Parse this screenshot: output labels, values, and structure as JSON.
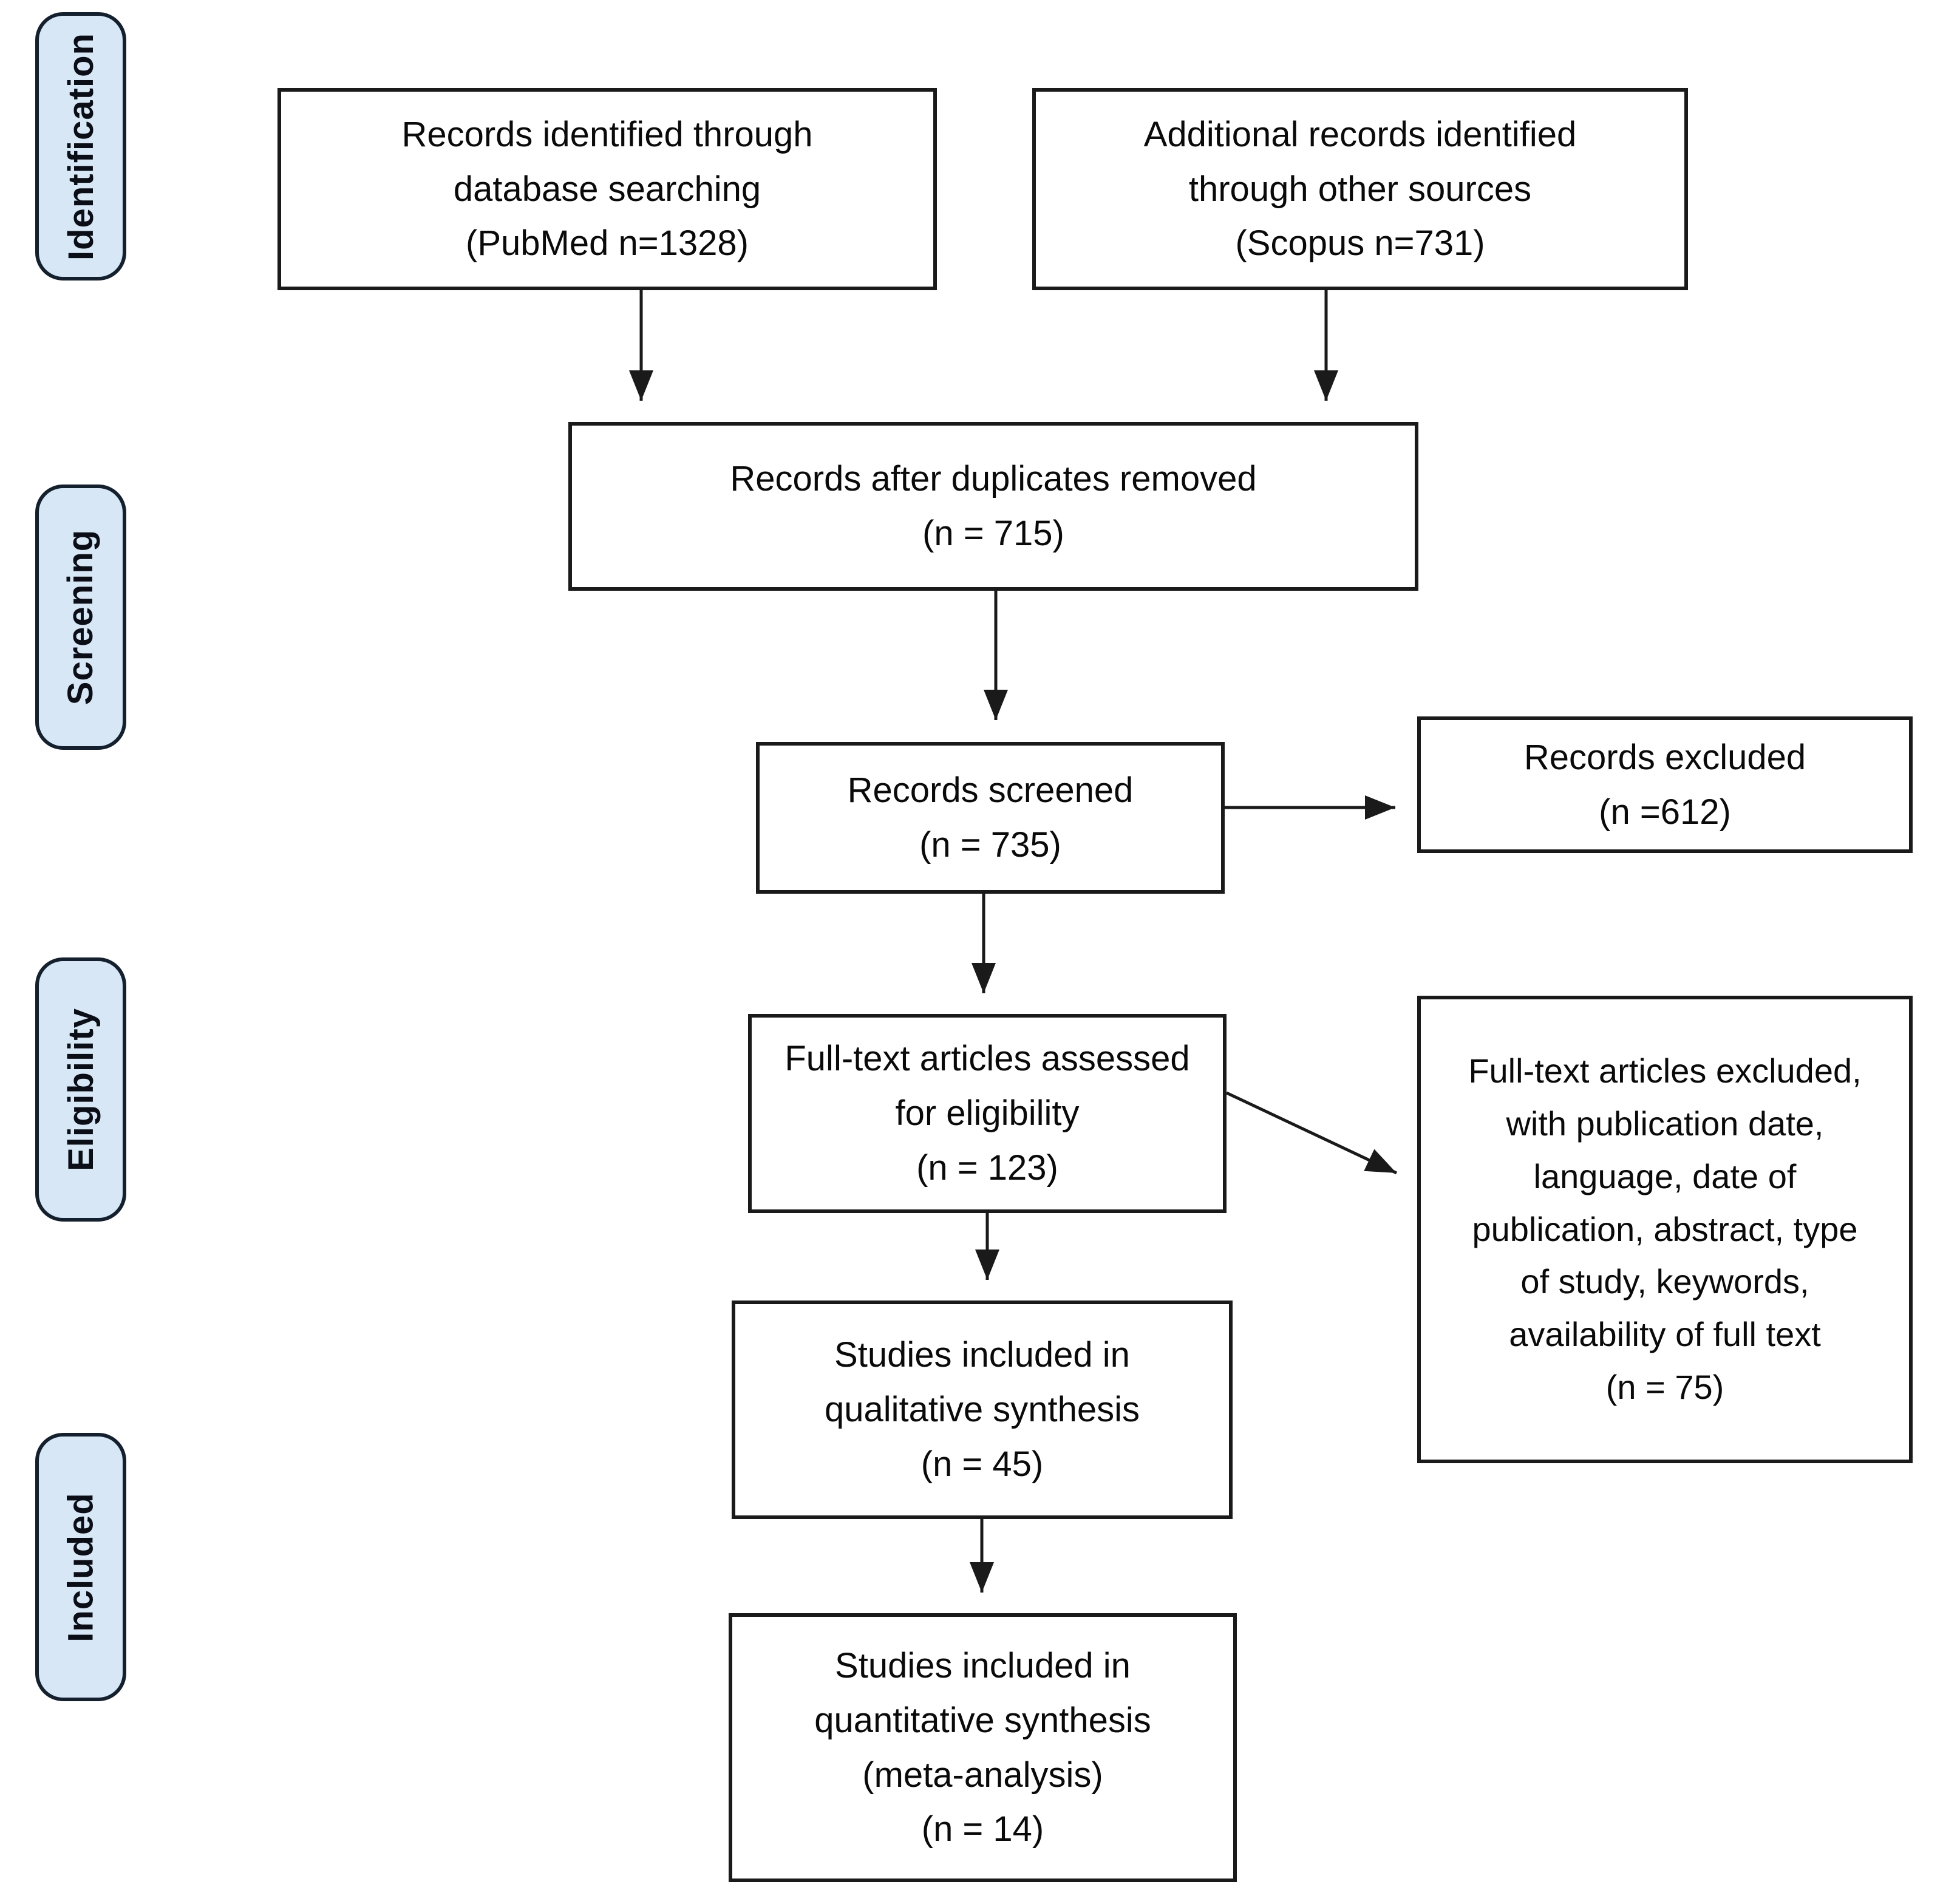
{
  "sidebar": {
    "items": [
      {
        "label": "Identification"
      },
      {
        "label": "Screening"
      },
      {
        "label": "Eligibility"
      },
      {
        "label": "Included"
      }
    ]
  },
  "boxes": {
    "records_identified": {
      "lines": [
        "Records identified through",
        "database searching"
      ],
      "count": "(PubMed n=1328)"
    },
    "additional_records": {
      "lines": [
        "Additional records identified",
        "through other sources"
      ],
      "count": "(Scopus n=731)"
    },
    "duplicates_removed": {
      "lines": [
        "Records after duplicates removed"
      ],
      "count": "(n = 715)"
    },
    "records_screened": {
      "lines": [
        "Records screened"
      ],
      "count": "(n = 735)"
    },
    "records_excluded": {
      "lines": [
        "Records excluded"
      ],
      "count": "(n =612)"
    },
    "fulltext_assessed": {
      "lines": [
        "Full-text articles assessed",
        "for eligibility"
      ],
      "count": "(n = 123)"
    },
    "fulltext_excluded": {
      "lines": [
        "Full-text articles excluded,",
        "with publication date,",
        "language, date of",
        "publication, abstract, type",
        "of study, keywords,",
        "availability of full text"
      ],
      "count": "(n = 75)"
    },
    "qualitative_synthesis": {
      "lines": [
        "Studies included in",
        "qualitative synthesis"
      ],
      "count": "(n = 45)"
    },
    "quantitative_synthesis": {
      "lines": [
        "Studies included in",
        "quantitative synthesis",
        "(meta-analysis)"
      ],
      "count": "(n = 14)"
    }
  },
  "colors": {
    "sidebar_fill": "#d7e7f6",
    "sidebar_border": "#15202e",
    "box_border": "#1a1a1a",
    "text": "#0a0a0a",
    "arrow": "#1a1a1a"
  }
}
